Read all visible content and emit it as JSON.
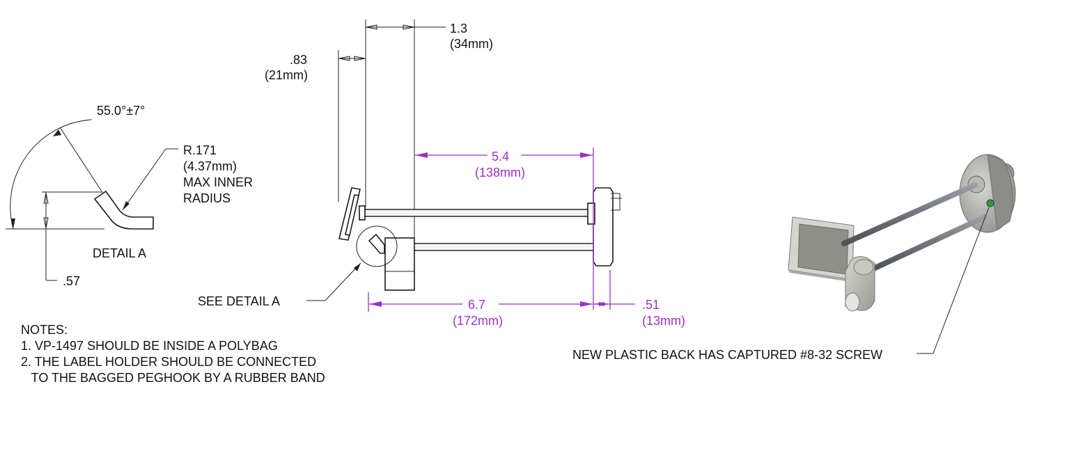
{
  "detail_a": {
    "angle": "55.0°±7°",
    "radius": "R.171",
    "radius_mm": "(4.37mm)",
    "radius_note_1": "MAX INNER",
    "radius_note_2": "RADIUS",
    "caption": "DETAIL A",
    "height": ".57"
  },
  "side_view": {
    "dim_top_in": "1.3",
    "dim_top_mm": "(34mm)",
    "dim_left_in": ".83",
    "dim_left_mm": "(21mm)",
    "dim_upper_in": "5.4",
    "dim_upper_mm": "(138mm)",
    "dim_lower_in": "6.7",
    "dim_lower_mm": "(172mm)",
    "dim_back_in": ".51",
    "dim_back_mm": "(13mm)",
    "see_detail": "SEE DETAIL  A"
  },
  "notes": {
    "heading": "NOTES:",
    "line1": "1. VP-1497 SHOULD BE INSIDE A POLYBAG",
    "line2": "2. THE LABEL HOLDER SHOULD BE CONNECTED",
    "line3": "   TO THE BAGGED PEGHOOK BY A RUBBER BAND"
  },
  "iso_view": {
    "callout": "NEW PLASTIC BACK HAS CAPTURED #8-32 SCREW"
  },
  "colors": {
    "dimension": "#9b30c8",
    "line": "#222222",
    "part_fill": "#b8b8b8"
  }
}
